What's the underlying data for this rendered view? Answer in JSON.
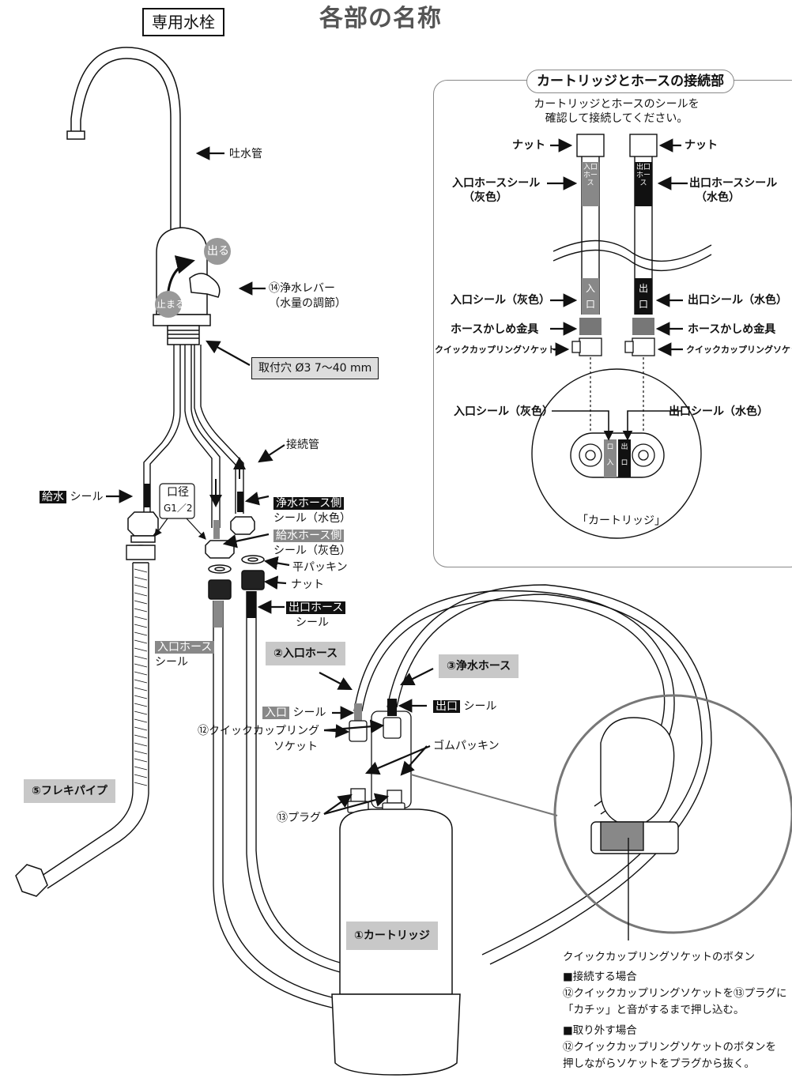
{
  "header": {
    "faucet_label": "専用水栓",
    "title": "各部の名称"
  },
  "faucet": {
    "spout": "吐水管",
    "lever": "⑭浄水レバー",
    "lever_sub": "（水量の調節）",
    "on": "出る",
    "off": "止まる",
    "mount_hole": "取付穴 Ø3 7〜40 mm",
    "connection_pipe": "接続管",
    "supply_seal_tag": "給水",
    "supply_seal": "シール",
    "bore_label": "口径",
    "bore_value": "G1／2",
    "pure_side_tag": "浄水ホース側",
    "pure_side_seal": "シール（水色）",
    "supply_side_tag": "給水ホース側",
    "supply_side_seal": "シール（灰色）",
    "flat_packing": "平パッキン",
    "nut": "ナット",
    "outlet_hose_tag": "出口ホース",
    "outlet_hose_seal": "シール",
    "inlet_hose_tag": "入口ホース",
    "inlet_hose_seal": "シール"
  },
  "parts": {
    "inlet_hose": "②入口ホース",
    "pure_hose": "③浄水ホース",
    "inlet_tag": "入口",
    "inlet_seal": "シール",
    "outlet_tag": "出口",
    "outlet_seal": "シール",
    "coupling_1": "⑫クイックカップリング",
    "coupling_2": "ソケット",
    "rubber_packing": "ゴムパッキン",
    "plug": "⑬プラグ",
    "flex_pipe": "⑤フレキパイプ",
    "cartridge": "①カートリッジ"
  },
  "connection": {
    "title": "カートリッジとホースの接続部",
    "instruction_1": "カートリッジとホースのシールを",
    "instruction_2": "確認して接続してください。",
    "nut_left": "ナット",
    "nut_right": "ナット",
    "inlet_hose_seal": "入口ホースシール",
    "inlet_hose_seal_color": "（灰色）",
    "outlet_hose_seal": "出口ホースシール",
    "outlet_hose_seal_color": "（水色）",
    "hose_text_in": "入口ホース",
    "hose_text_out": "出口ホース",
    "inlet_seal": "入口シール（灰色）",
    "outlet_seal": "出口シール（水色）",
    "crimp_left": "ホースかしめ金具",
    "crimp_right": "ホースかしめ金具",
    "socket_left": "クイックカップリングソケット",
    "socket_right": "クイックカップリングソケット",
    "seal_in_char1": "入",
    "seal_in_char2": "口",
    "seal_out_char1": "出",
    "seal_out_char2": "口",
    "cartridge_inlet_seal": "入口シール（灰色）",
    "cartridge_outlet_seal": "出口シール（水色）",
    "cartridge_top_in1": "ロ",
    "cartridge_top_in2": "入",
    "cartridge_top_out1": "出",
    "cartridge_top_out2": "ロ",
    "cartridge_caption": "「カートリッジ」"
  },
  "notes": {
    "button_title": "クイックカップリングソケットのボタン",
    "connect_head": "■接続する場合",
    "connect_1": "⑫クイックカップリングソケットを⑬プラグに",
    "connect_2": "「カチッ」と音がするまで押し込む。",
    "remove_head": "■取り外す場合",
    "remove_1": "⑫クイックカップリングソケットのボタンを",
    "remove_2": "押しながらソケットをプラグから抜く。"
  },
  "colors": {
    "seal_gray": "#888888",
    "seal_black": "#111111",
    "label_gray_bg": "#c8c8c8",
    "frame": "#888888"
  }
}
